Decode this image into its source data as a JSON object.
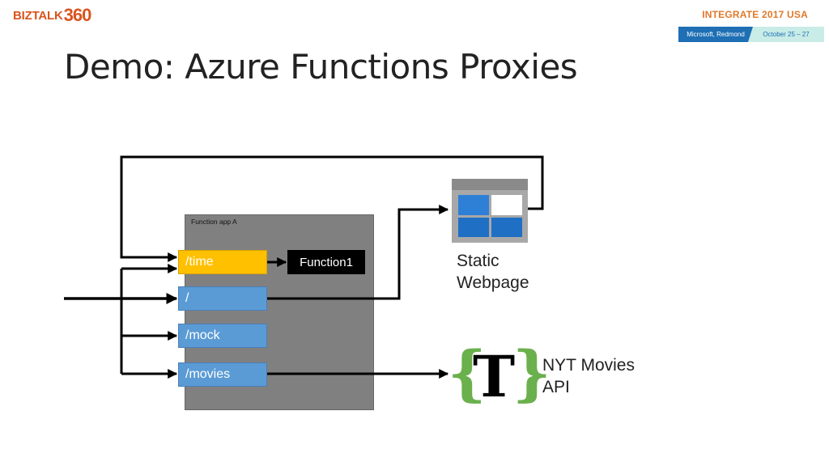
{
  "header": {
    "logo_biz": "BIZTALK",
    "logo_num": "360",
    "event_title": "INTEGRATE 2017 USA",
    "event_location": "Microsoft, Redmond",
    "event_date": "October 25 – 27"
  },
  "slide": {
    "title": "Demo: Azure Functions Proxies"
  },
  "diagram": {
    "function_app_label": "Function app A",
    "routes": [
      "/time",
      "/",
      "/mock",
      "/movies"
    ],
    "function_label": "Function1",
    "static_label_line1": "Static",
    "static_label_line2": "Webpage",
    "nyt_label_line1": "NYT Movies",
    "nyt_label_line2": "API"
  },
  "colors": {
    "accent_orange": "#d9541e",
    "route_blue": "#5b9bd5",
    "route_gold": "#ffc000",
    "brace_green": "#6ab04c"
  },
  "icons": [
    "web-page-icon",
    "nyt-logo-icon"
  ]
}
